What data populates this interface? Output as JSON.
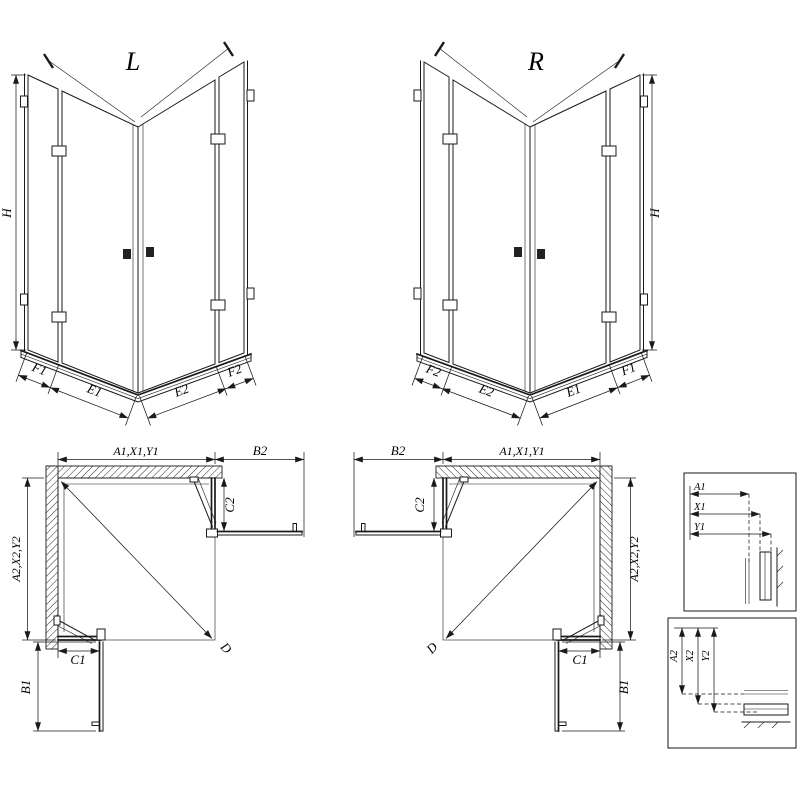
{
  "views": {
    "elevation_left": {
      "label": "L",
      "height_dim": "H",
      "bottom_dims": [
        "F1",
        "E1",
        "E2",
        "F2"
      ]
    },
    "elevation_right": {
      "label": "R",
      "height_dim": "H",
      "bottom_dims": [
        "F2",
        "E2",
        "E1",
        "F1"
      ]
    },
    "plan_left": {
      "top_width_dim": "A1,X1,Y1",
      "open_door_width_dim": "B2",
      "side_depth_dim": "A2,X2,Y2",
      "corner_fixed_top_dim": "C2",
      "corner_fixed_bottom_dim": "C1",
      "open_door_depth_dim": "B1",
      "diagonal_dim": "D"
    },
    "plan_right": {
      "top_width_dim": "A1,X1,Y1",
      "open_door_width_dim": "B2",
      "side_depth_dim": "A2,X2,Y2",
      "corner_fixed_top_dim": "C2",
      "corner_fixed_bottom_dim": "C1",
      "open_door_depth_dim": "B1",
      "diagonal_dim": "D"
    },
    "detail_width_profile": {
      "dims": [
        "A1",
        "X1",
        "Y1"
      ]
    },
    "detail_depth_profile": {
      "dims": [
        "A2",
        "X2",
        "Y2"
      ]
    }
  }
}
